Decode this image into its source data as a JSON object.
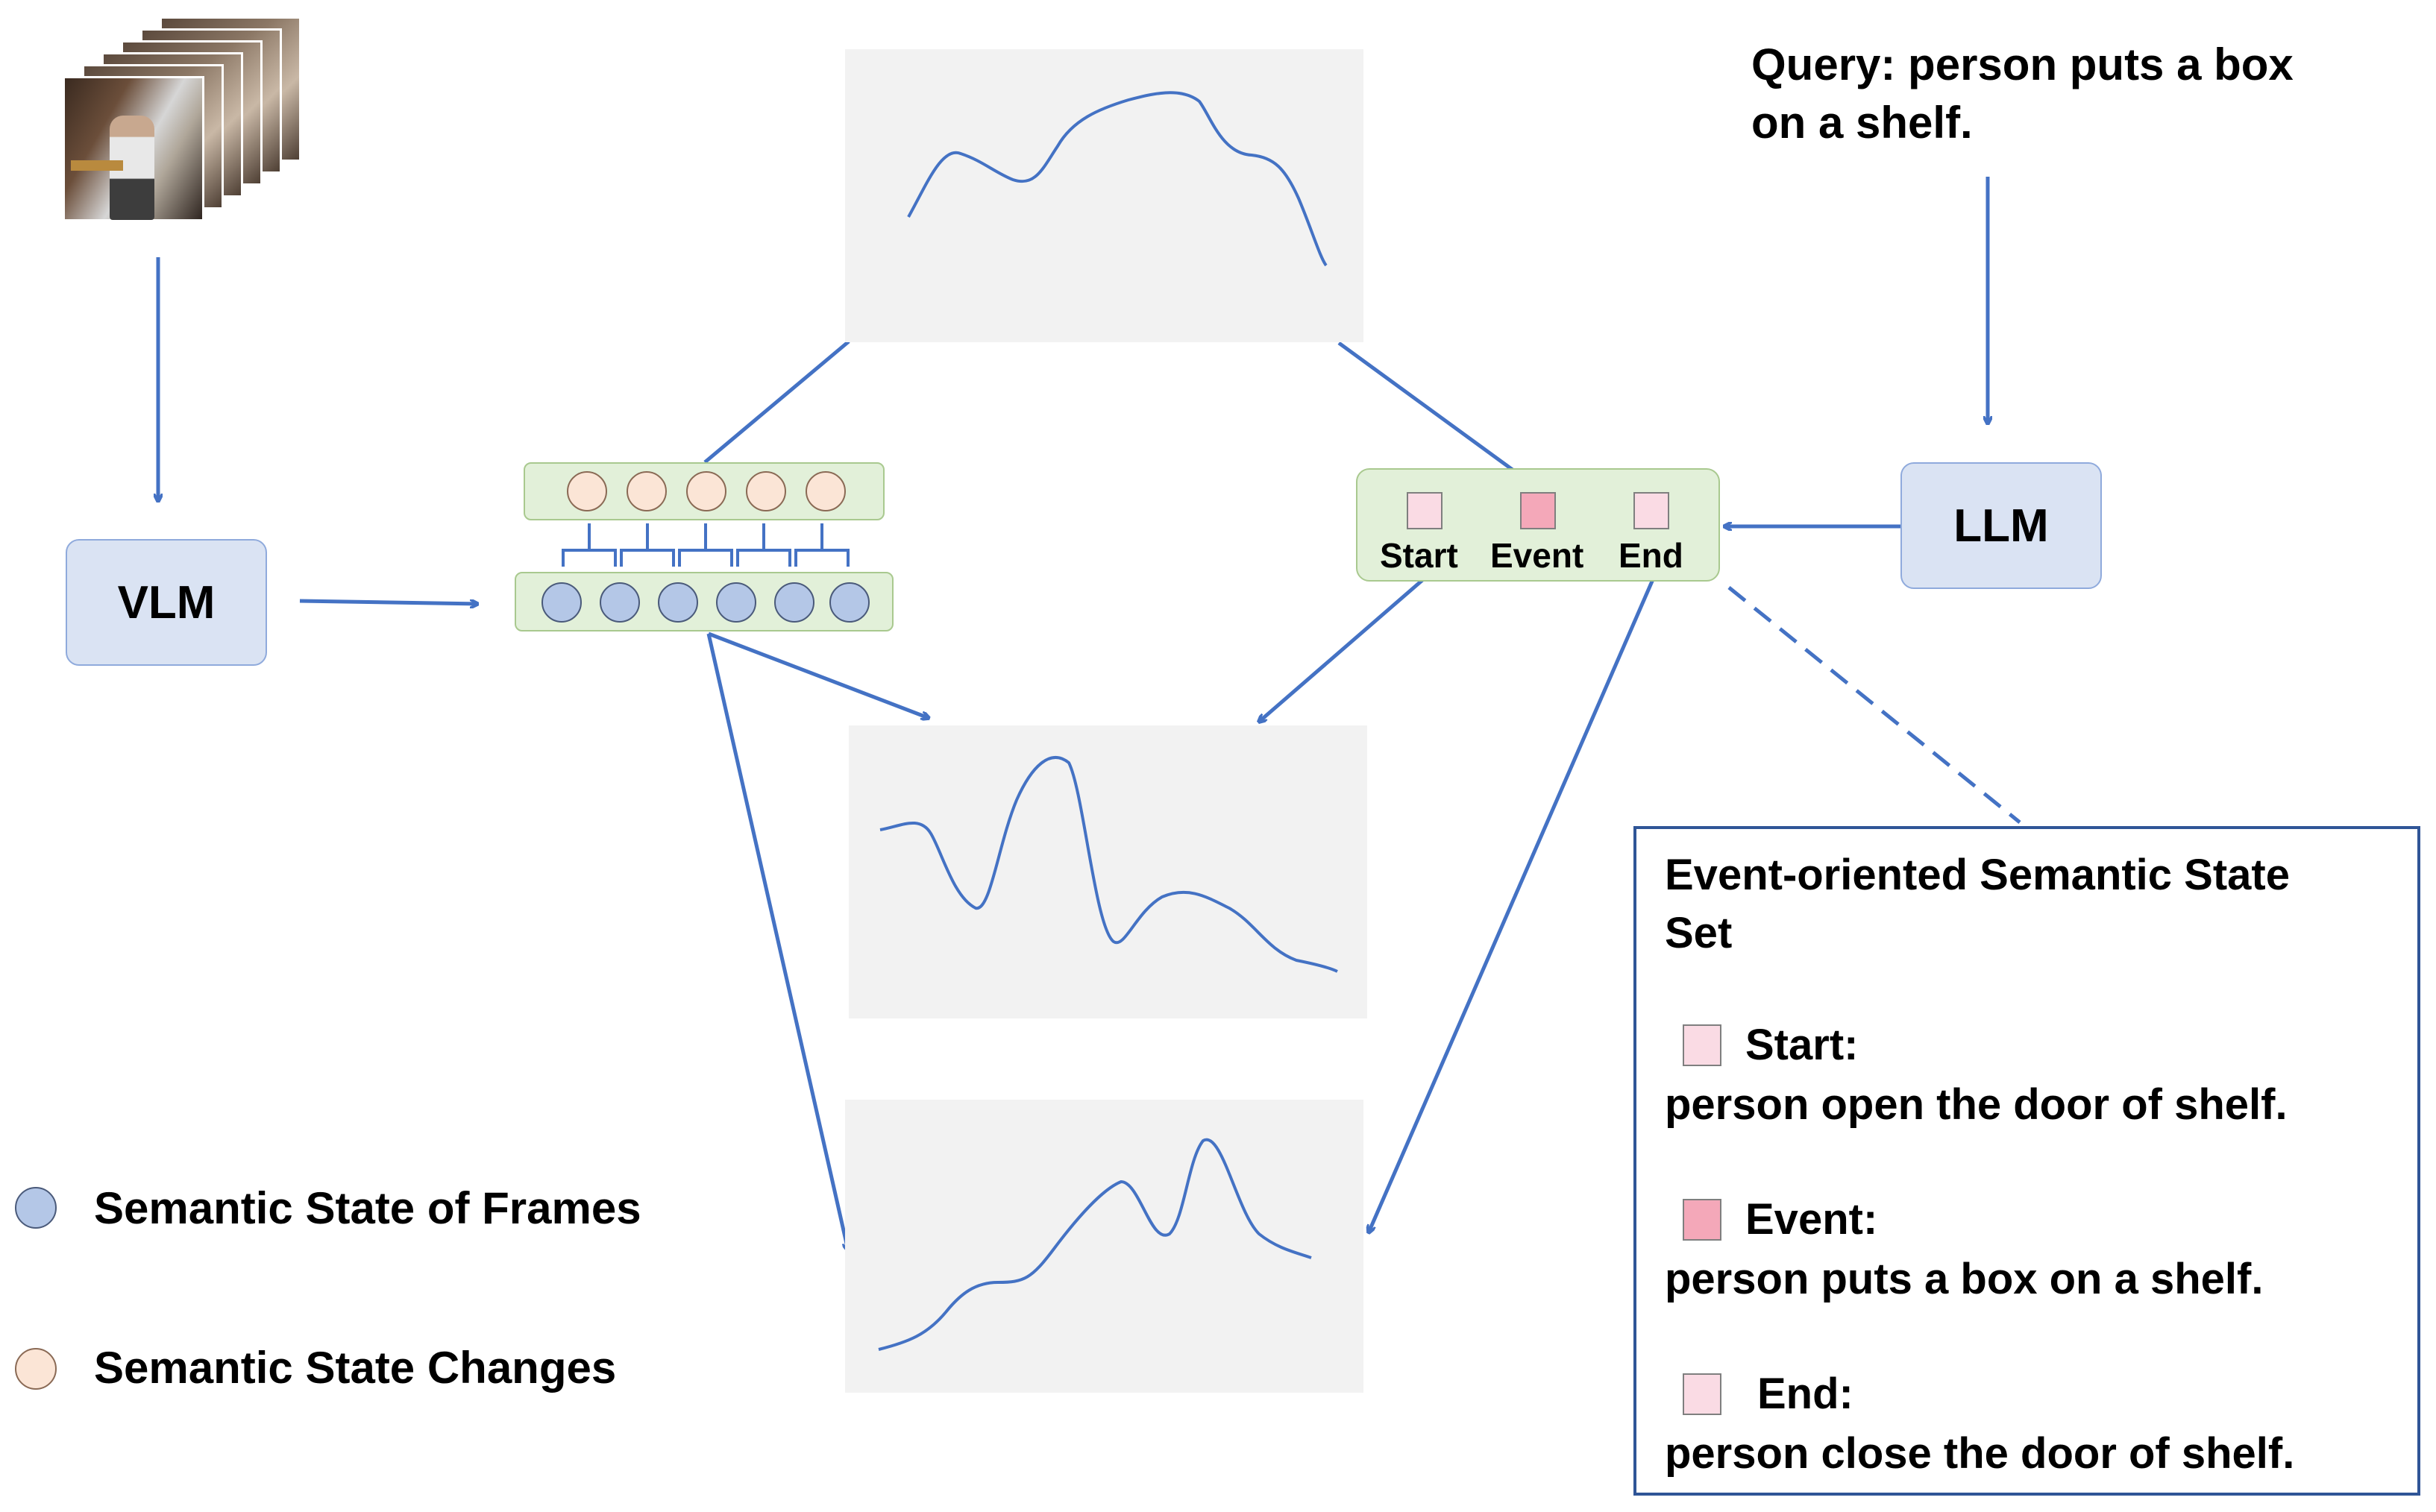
{
  "nodes": {
    "vlm": "VLM",
    "llm": "LLM"
  },
  "query": {
    "line1": "Query: person puts a box",
    "line2": "on a shelf."
  },
  "event_tokens": {
    "start": "Start",
    "event": "Event",
    "end": "End"
  },
  "legend": {
    "frames": "Semantic State of Frames",
    "changes": "Semantic State Changes"
  },
  "state_set": {
    "title_line1": "Event-oriented Semantic State",
    "title_line2": "Set",
    "start_label": "Start:",
    "start_desc": "person open the door of shelf.",
    "event_label": "Event:",
    "event_desc": "person puts a box on a shelf.",
    "end_label": "End:",
    "end_desc": "person close the door of shelf."
  },
  "colors": {
    "arrow": "#4472c4",
    "frame_state": "#b4c7e7",
    "state_change": "#fbe5d6",
    "node_fill": "#dae3f3",
    "bar_fill": "#e2f0d9",
    "event_dark": "#f4a8b9",
    "event_light": "#fadbe4",
    "set_border": "#2f5597"
  }
}
